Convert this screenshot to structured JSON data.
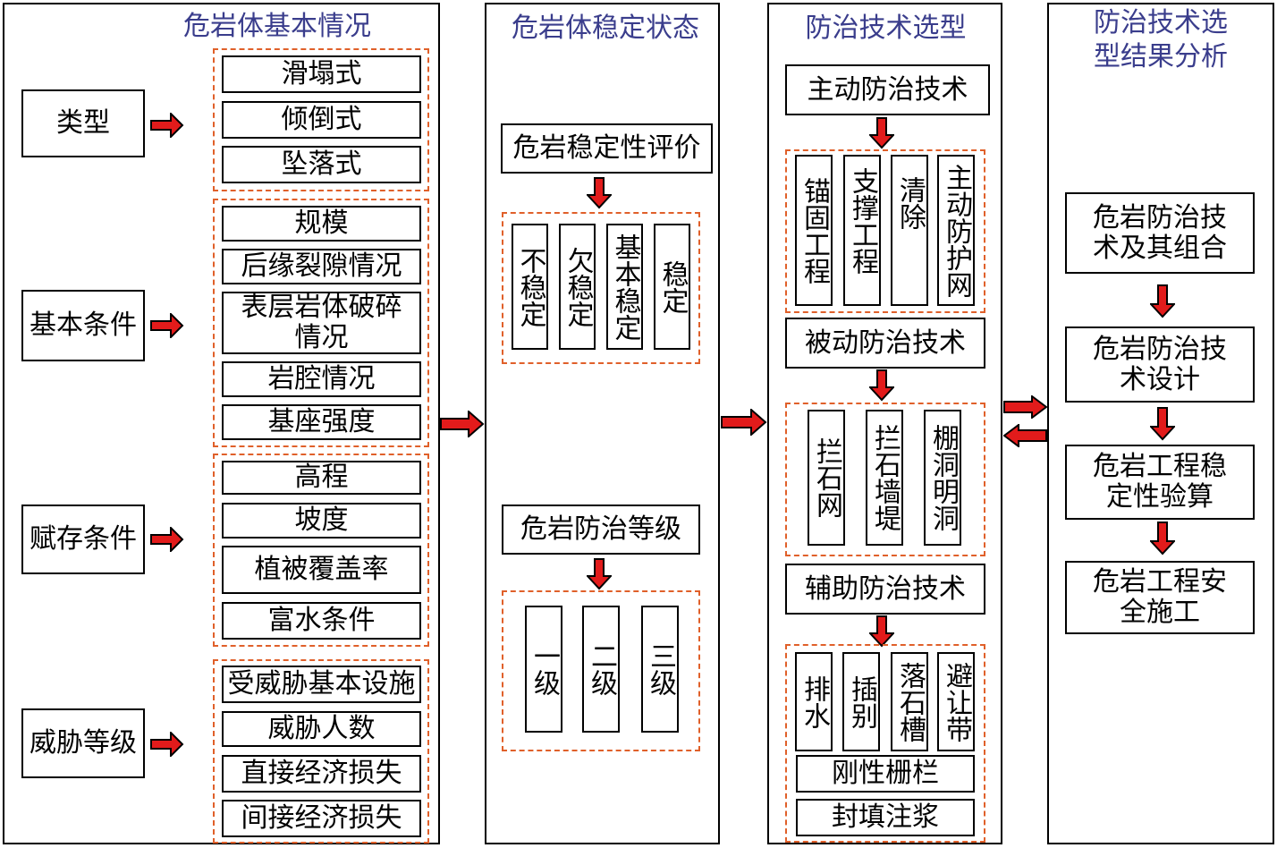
{
  "columns": {
    "basic": {
      "title": "危岩体基本情况"
    },
    "stability": {
      "title": "危岩体稳定状态"
    },
    "selection": {
      "title": "防治技术选型"
    },
    "analysis": {
      "title": "防治技术选\n型结果分析"
    }
  },
  "basic": {
    "type": {
      "label": "类型",
      "items": [
        "滑塌式",
        "倾倒式",
        "坠落式"
      ]
    },
    "condition": {
      "label": "基本条件",
      "items": [
        "规模",
        "后缘裂隙情况",
        "表层岩体破碎情况",
        "岩腔情况",
        "基座强度"
      ]
    },
    "occurrence": {
      "label": "赋存条件",
      "items": [
        "高程",
        "坡度",
        "植被覆盖率",
        "富水条件"
      ]
    },
    "threat": {
      "label": "威胁等级",
      "items": [
        "受威胁基本设施",
        "威胁人数",
        "直接经济损失",
        "间接经济损失"
      ]
    }
  },
  "stability": {
    "evaluation": {
      "label": "危岩稳定性评价",
      "items": [
        "不稳定",
        "欠稳定",
        "基本稳定",
        "稳定"
      ]
    },
    "grade": {
      "label": "危岩防治等级",
      "items": [
        "一级",
        "二级",
        "三级"
      ]
    }
  },
  "selection": {
    "active": {
      "label": "主动防治技术",
      "items": [
        "锚固工程",
        "支撑工程",
        "清除",
        "主动防护网"
      ]
    },
    "passive": {
      "label": "被动防治技术",
      "items": [
        "拦石网",
        "拦石墙堤",
        "棚洞明洞"
      ]
    },
    "auxiliary": {
      "label": "辅助防治技术",
      "items": [
        "排水",
        "插别",
        "落石槽",
        "避让带"
      ],
      "wide_items": [
        "刚性栅栏",
        "封填注浆"
      ]
    }
  },
  "analysis": {
    "steps": [
      "危岩防治技术及其组合",
      "危岩防治技术设计",
      "危岩工程稳定性验算",
      "危岩工程安全施工"
    ]
  },
  "colors": {
    "title": "#3a3d8c",
    "dash": "#e0602a",
    "arrow_fill": "#e21b1b"
  }
}
